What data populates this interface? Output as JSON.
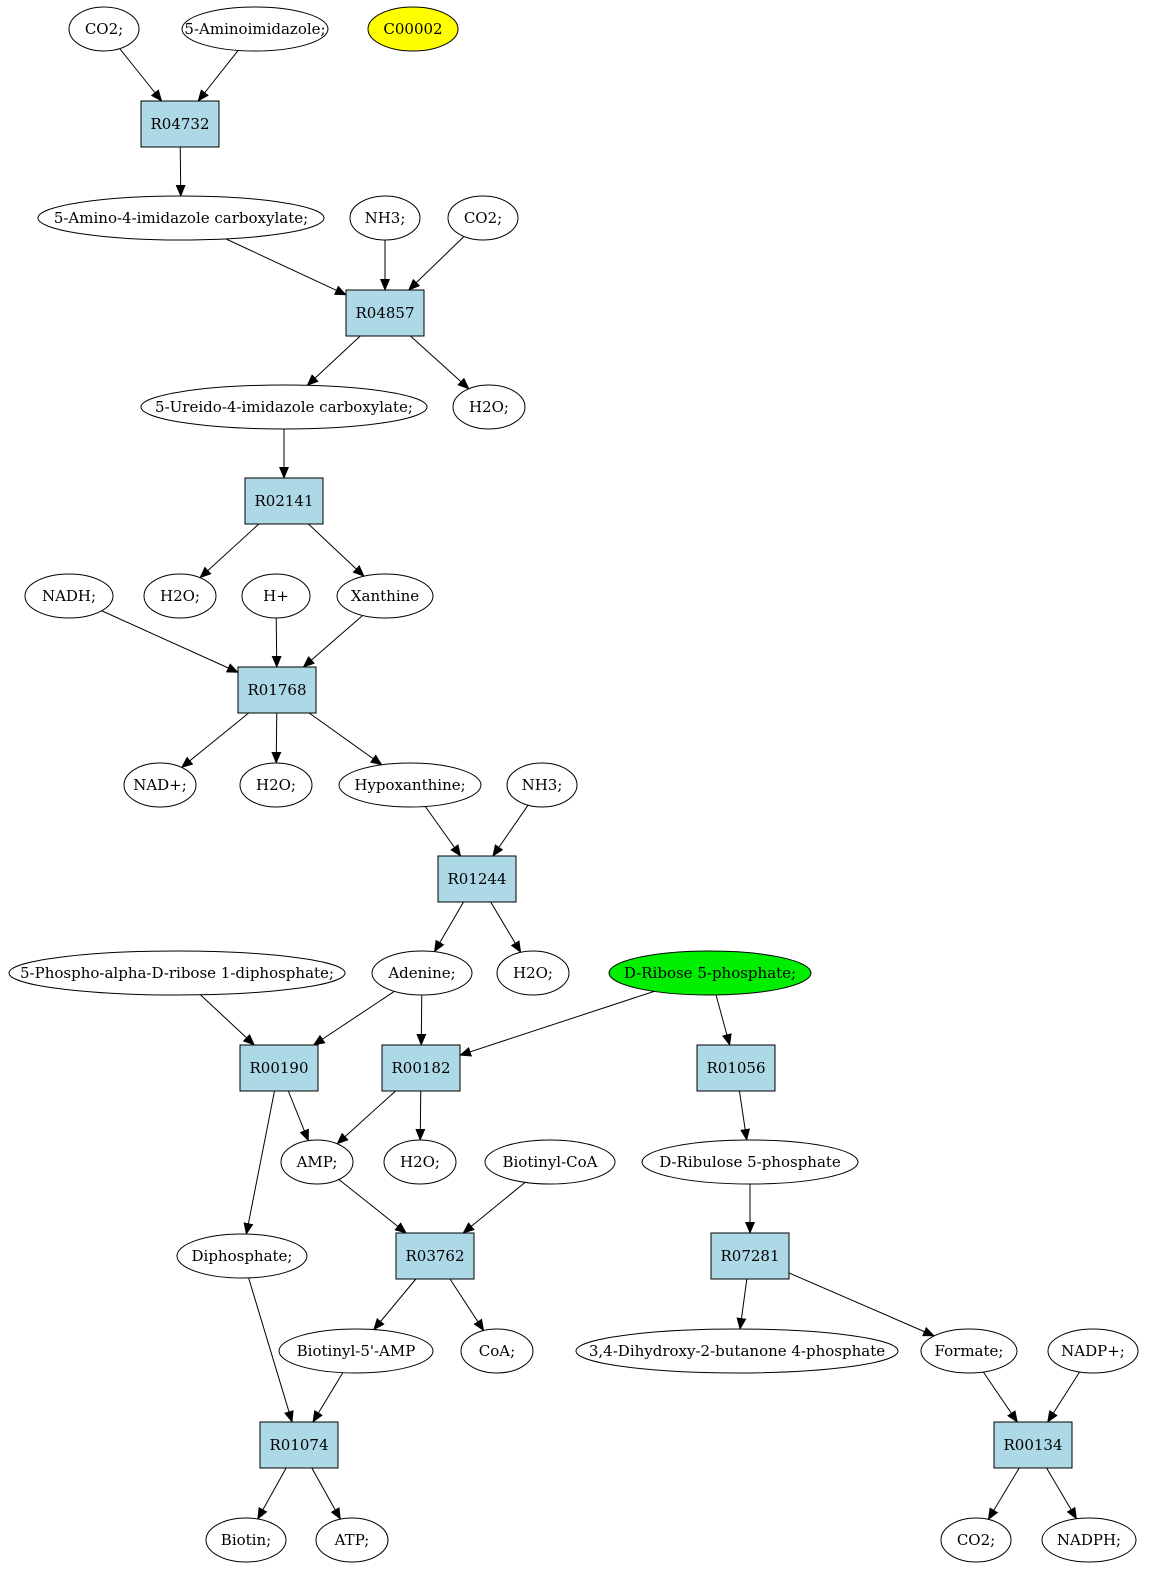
{
  "colors": {
    "reaction_fill": "#add8e6",
    "compound_fill": "#ffffff",
    "highlight_yellow": "#ffff00",
    "highlight_green": "#00ee00",
    "stroke": "#000000"
  },
  "compounds": [
    {
      "id": "c_co2_top",
      "label": "CO2;",
      "fill": "white"
    },
    {
      "id": "c_5ai",
      "label": "5-Aminoimidazole;",
      "fill": "white"
    },
    {
      "id": "c_c00002",
      "label": "C00002",
      "fill": "yellow"
    },
    {
      "id": "c_5a4ic",
      "label": "5-Amino-4-imidazole carboxylate;",
      "fill": "white"
    },
    {
      "id": "c_nh3_a",
      "label": "NH3;",
      "fill": "white"
    },
    {
      "id": "c_co2_b",
      "label": "CO2;",
      "fill": "white"
    },
    {
      "id": "c_5u4ic",
      "label": "5-Ureido-4-imidazole carboxylate;",
      "fill": "white"
    },
    {
      "id": "c_h2o_a",
      "label": "H2O;",
      "fill": "white"
    },
    {
      "id": "c_nadh",
      "label": "NADH;",
      "fill": "white"
    },
    {
      "id": "c_h2o_b",
      "label": "H2O;",
      "fill": "white"
    },
    {
      "id": "c_hplus",
      "label": "H+",
      "fill": "white"
    },
    {
      "id": "c_xanthine",
      "label": "Xanthine",
      "fill": "white"
    },
    {
      "id": "c_nadplus",
      "label": "NAD+;",
      "fill": "white"
    },
    {
      "id": "c_h2o_c",
      "label": "H2O;",
      "fill": "white"
    },
    {
      "id": "c_hypox",
      "label": "Hypoxanthine;",
      "fill": "white"
    },
    {
      "id": "c_nh3_b",
      "label": "NH3;",
      "fill": "white"
    },
    {
      "id": "c_prpp",
      "label": "5-Phospho-alpha-D-ribose 1-diphosphate;",
      "fill": "white"
    },
    {
      "id": "c_adenine",
      "label": "Adenine;",
      "fill": "white"
    },
    {
      "id": "c_h2o_d",
      "label": "H2O;",
      "fill": "white"
    },
    {
      "id": "c_r5p",
      "label": "D-Ribose 5-phosphate;",
      "fill": "green"
    },
    {
      "id": "c_amp",
      "label": "AMP;",
      "fill": "white"
    },
    {
      "id": "c_h2o_e",
      "label": "H2O;",
      "fill": "white"
    },
    {
      "id": "c_biotinylcoa",
      "label": "Biotinyl-CoA",
      "fill": "white"
    },
    {
      "id": "c_ru5p",
      "label": "D-Ribulose 5-phosphate",
      "fill": "white"
    },
    {
      "id": "c_ppi",
      "label": "Diphosphate;",
      "fill": "white"
    },
    {
      "id": "c_bamp",
      "label": "Biotinyl-5'-AMP",
      "fill": "white"
    },
    {
      "id": "c_coa",
      "label": "CoA;",
      "fill": "white"
    },
    {
      "id": "c_dhbp",
      "label": "3,4-Dihydroxy-2-butanone 4-phosphate",
      "fill": "white"
    },
    {
      "id": "c_formate",
      "label": "Formate;",
      "fill": "white"
    },
    {
      "id": "c_nadpplus",
      "label": "NADP+;",
      "fill": "white"
    },
    {
      "id": "c_biotin",
      "label": "Biotin;",
      "fill": "white"
    },
    {
      "id": "c_atp",
      "label": "ATP;",
      "fill": "white"
    },
    {
      "id": "c_co2_c",
      "label": "CO2;",
      "fill": "white"
    },
    {
      "id": "c_nadph",
      "label": "NADPH;",
      "fill": "white"
    }
  ],
  "reactions": [
    {
      "id": "r04732",
      "label": "R04732"
    },
    {
      "id": "r04857",
      "label": "R04857"
    },
    {
      "id": "r02141",
      "label": "R02141"
    },
    {
      "id": "r01768",
      "label": "R01768"
    },
    {
      "id": "r01244",
      "label": "R01244"
    },
    {
      "id": "r00190",
      "label": "R00190"
    },
    {
      "id": "r00182",
      "label": "R00182"
    },
    {
      "id": "r01056",
      "label": "R01056"
    },
    {
      "id": "r03762",
      "label": "R03762"
    },
    {
      "id": "r07281",
      "label": "R07281"
    },
    {
      "id": "r01074",
      "label": "R01074"
    },
    {
      "id": "r00134",
      "label": "R00134"
    }
  ],
  "edges": [
    [
      "c_co2_top",
      "r04732"
    ],
    [
      "c_5ai",
      "r04732"
    ],
    [
      "r04732",
      "c_5a4ic"
    ],
    [
      "c_5a4ic",
      "r04857"
    ],
    [
      "c_nh3_a",
      "r04857"
    ],
    [
      "c_co2_b",
      "r04857"
    ],
    [
      "r04857",
      "c_5u4ic"
    ],
    [
      "r04857",
      "c_h2o_a"
    ],
    [
      "c_5u4ic",
      "r02141"
    ],
    [
      "r02141",
      "c_h2o_b"
    ],
    [
      "r02141",
      "c_xanthine"
    ],
    [
      "c_nadh",
      "r01768"
    ],
    [
      "c_hplus",
      "r01768"
    ],
    [
      "c_xanthine",
      "r01768"
    ],
    [
      "r01768",
      "c_nadplus"
    ],
    [
      "r01768",
      "c_h2o_c"
    ],
    [
      "r01768",
      "c_hypox"
    ],
    [
      "c_hypox",
      "r01244"
    ],
    [
      "c_nh3_b",
      "r01244"
    ],
    [
      "r01244",
      "c_adenine"
    ],
    [
      "r01244",
      "c_h2o_d"
    ],
    [
      "c_prpp",
      "r00190"
    ],
    [
      "c_adenine",
      "r00190"
    ],
    [
      "c_adenine",
      "r00182"
    ],
    [
      "c_r5p",
      "r00182"
    ],
    [
      "c_r5p",
      "r01056"
    ],
    [
      "r00190",
      "c_amp"
    ],
    [
      "r00190",
      "c_ppi"
    ],
    [
      "r00182",
      "c_amp"
    ],
    [
      "r00182",
      "c_h2o_e"
    ],
    [
      "r01056",
      "c_ru5p"
    ],
    [
      "c_amp",
      "r03762"
    ],
    [
      "c_biotinylcoa",
      "r03762"
    ],
    [
      "r03762",
      "c_bamp"
    ],
    [
      "r03762",
      "c_coa"
    ],
    [
      "c_ru5p",
      "r07281"
    ],
    [
      "r07281",
      "c_dhbp"
    ],
    [
      "r07281",
      "c_formate"
    ],
    [
      "c_ppi",
      "r01074"
    ],
    [
      "c_bamp",
      "r01074"
    ],
    [
      "c_formate",
      "r00134"
    ],
    [
      "c_nadpplus",
      "r00134"
    ],
    [
      "r01074",
      "c_biotin"
    ],
    [
      "r01074",
      "c_atp"
    ],
    [
      "r00134",
      "c_co2_c"
    ],
    [
      "r00134",
      "c_nadph"
    ]
  ]
}
